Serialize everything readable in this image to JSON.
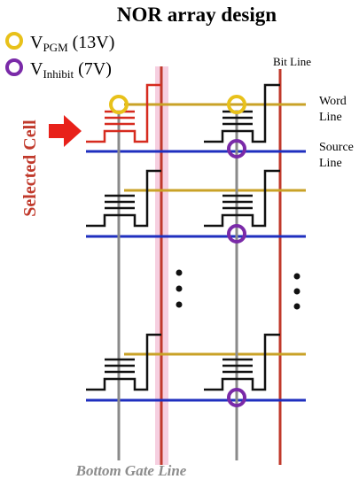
{
  "title": "NOR array design",
  "legend": {
    "pgm": {
      "label_main": "V",
      "label_sub": "PGM",
      "label_value": " (13V)",
      "color": "#e8c11a"
    },
    "inhibit": {
      "label_main": "V",
      "label_sub": "Inhibit",
      "label_value": " (7V)",
      "color": "#7a2aa8"
    }
  },
  "labels": {
    "bit_line": "Bit Line",
    "word_line_1": "Word",
    "word_line_2": "Line",
    "source_line_1": "Source",
    "source_line_2": "Line",
    "selected_cell": "Selected Cell",
    "bottom_gate_line": "Bottom Gate Line",
    "ellipsis": "⋮"
  },
  "colors": {
    "word_line": "#c9a227",
    "source_line": "#1f2fbf",
    "bit_line": "#c0392b",
    "bit_line_glow": "#f4c9dd",
    "bottom_gate": "#8a8a8a",
    "cell": "#111111",
    "selected_cell": "#d62b1f",
    "arrow": "#e8211a",
    "title": "#111111",
    "selected_label": "#c0392b",
    "bottom_gate_label": "#8c8c8c"
  }
}
